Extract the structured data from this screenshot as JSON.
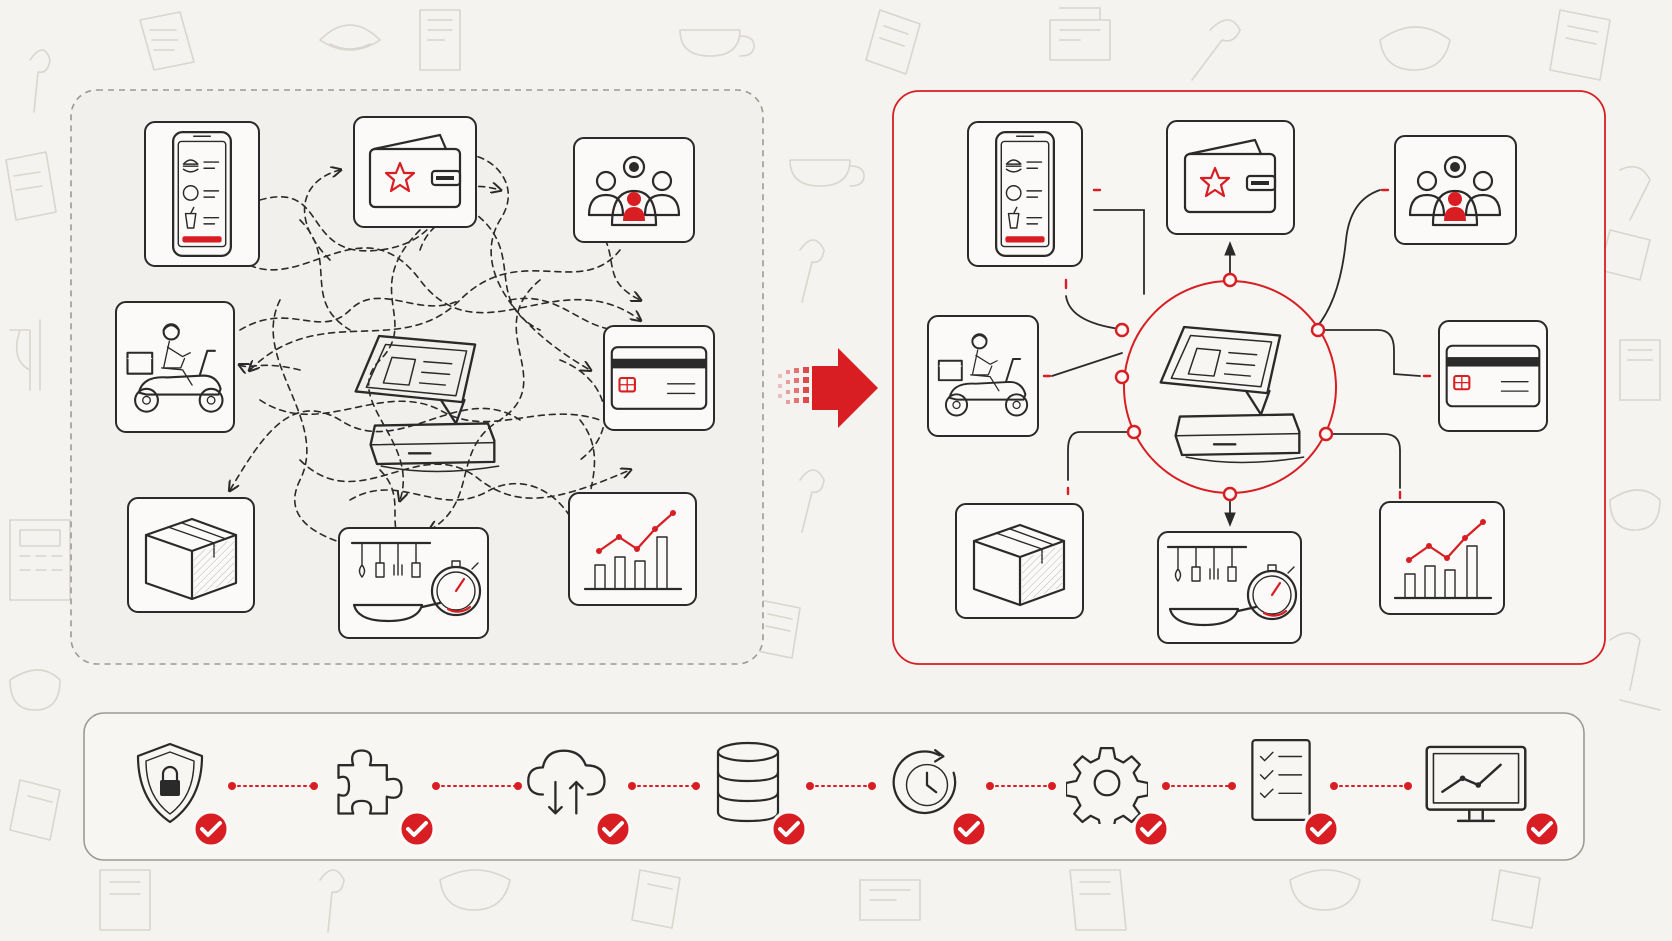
{
  "colors": {
    "accent": "#d81e22",
    "ink": "#2a2a2a",
    "background": "#f5f3ef",
    "card": "#fbfaf8",
    "doodle": "#d9d5cf"
  },
  "left_panel": {
    "style": "dashed-gray-border",
    "hub": "pos-terminal-icon",
    "connections": "chaotic-dashed-arrows",
    "nodes": [
      "mobile-ordering-app-icon",
      "loyalty-wallet-icon",
      "customer-group-icon",
      "delivery-scooter-icon",
      "payment-card-icon",
      "inventory-box-icon",
      "kitchen-timer-icon",
      "sales-analytics-icon"
    ]
  },
  "transition": {
    "icon": "red-arrow-icon"
  },
  "right_panel": {
    "style": "solid-red-border",
    "hub": "pos-terminal-icon",
    "connections": "hub-and-spoke",
    "nodes": [
      "mobile-ordering-app-icon",
      "loyalty-wallet-icon",
      "customer-group-icon",
      "delivery-scooter-icon",
      "payment-card-icon",
      "inventory-box-icon",
      "kitchen-timer-icon",
      "sales-analytics-icon"
    ]
  },
  "benefits_bar": {
    "items": [
      {
        "icon": "security-shield-lock-icon",
        "status": "check-badge-icon"
      },
      {
        "icon": "puzzle-integration-icon",
        "status": "check-badge-icon"
      },
      {
        "icon": "cloud-sync-icon",
        "status": "check-badge-icon"
      },
      {
        "icon": "database-icon",
        "status": "check-badge-icon"
      },
      {
        "icon": "realtime-clock-icon",
        "status": "check-badge-icon"
      },
      {
        "icon": "settings-gear-icon",
        "status": "check-badge-icon"
      },
      {
        "icon": "checklist-icon",
        "status": "check-badge-icon"
      },
      {
        "icon": "monitor-analytics-icon",
        "status": "check-badge-icon"
      }
    ]
  }
}
